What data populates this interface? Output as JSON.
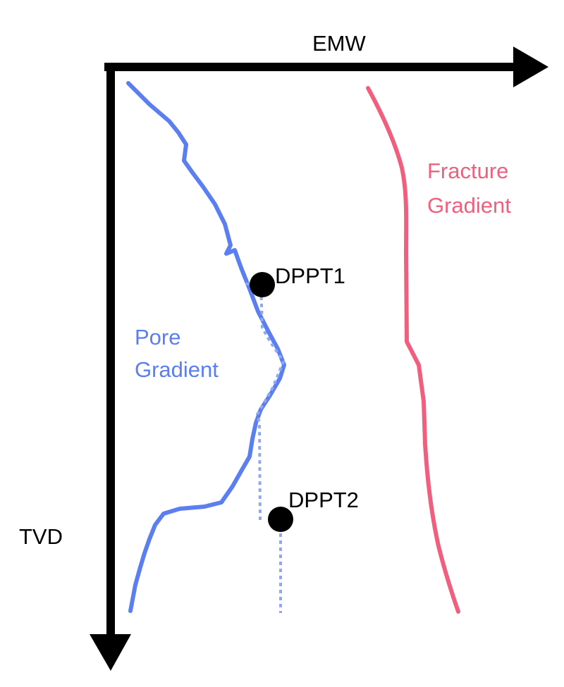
{
  "axes": {
    "x_label": "EMW",
    "y_label": "TVD"
  },
  "curves": {
    "pore": {
      "label_line1": "Pore",
      "label_line2": "Gradient",
      "color": "#5b7ef0"
    },
    "fracture": {
      "label_line1": "Fracture",
      "label_line2": "Gradient",
      "color": "#f0607e"
    }
  },
  "points": [
    {
      "label": "DPPT1"
    },
    {
      "label": "DPPT2"
    }
  ],
  "colors": {
    "axis": "#000000",
    "marker": "#000000",
    "dotted_trend": "#8fa8f0"
  }
}
